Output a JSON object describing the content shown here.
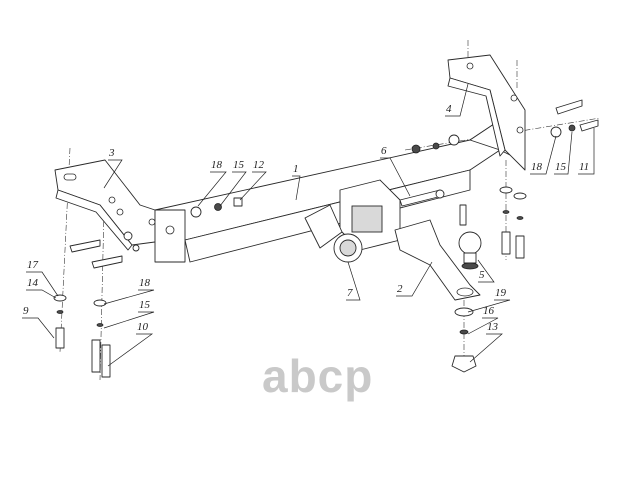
{
  "watermark": {
    "text": "abcp"
  },
  "callouts": [
    {
      "id": "c1",
      "label": "1"
    },
    {
      "id": "c2",
      "label": "2"
    },
    {
      "id": "c3",
      "label": "3"
    },
    {
      "id": "c4",
      "label": "4"
    },
    {
      "id": "c5",
      "label": "5"
    },
    {
      "id": "c6",
      "label": "6"
    },
    {
      "id": "c7",
      "label": "7"
    },
    {
      "id": "c9",
      "label": "9"
    },
    {
      "id": "c10",
      "label": "10"
    },
    {
      "id": "c11",
      "label": "11"
    },
    {
      "id": "c12",
      "label": "12"
    },
    {
      "id": "c13",
      "label": "13"
    },
    {
      "id": "c14",
      "label": "14"
    },
    {
      "id": "c15a",
      "label": "15"
    },
    {
      "id": "c15b",
      "label": "15"
    },
    {
      "id": "c15c",
      "label": "15"
    },
    {
      "id": "c16",
      "label": "16"
    },
    {
      "id": "c17",
      "label": "17"
    },
    {
      "id": "c18a",
      "label": "18"
    },
    {
      "id": "c18b",
      "label": "18"
    },
    {
      "id": "c18c",
      "label": "18"
    },
    {
      "id": "c19",
      "label": "19"
    }
  ]
}
